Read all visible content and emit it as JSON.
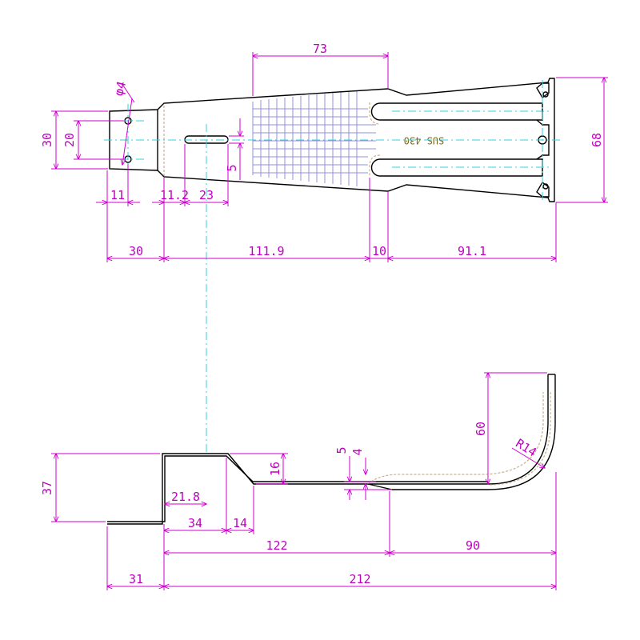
{
  "plan_view": {
    "dimensions": {
      "width_73": "73",
      "hole_dia": "φ4",
      "height_30": "30",
      "height_20": "20",
      "slot_5": "5",
      "height_68": "68",
      "d_11": "11",
      "d_11_2": "11.2",
      "d_23": "23",
      "d_30": "30",
      "d_111_9": "111.9",
      "d_10": "10",
      "d_91_1": "91.1"
    },
    "material": "SUS 430"
  },
  "side_view": {
    "dimensions": {
      "height_37": "37",
      "d_21_8": "21.8",
      "d_34": "34",
      "d_14": "14",
      "height_16": "16",
      "d_5": "5",
      "d_4": "4",
      "height_60": "60",
      "radius": "R14",
      "d_122": "122",
      "d_90": "90",
      "d_31": "31",
      "d_212": "212"
    }
  },
  "colors": {
    "dimension": "#c000c0",
    "centerline": "#30d0e0",
    "outline": "#000000",
    "bend_zone": "#c8b090",
    "hatching": "#5050d0"
  }
}
